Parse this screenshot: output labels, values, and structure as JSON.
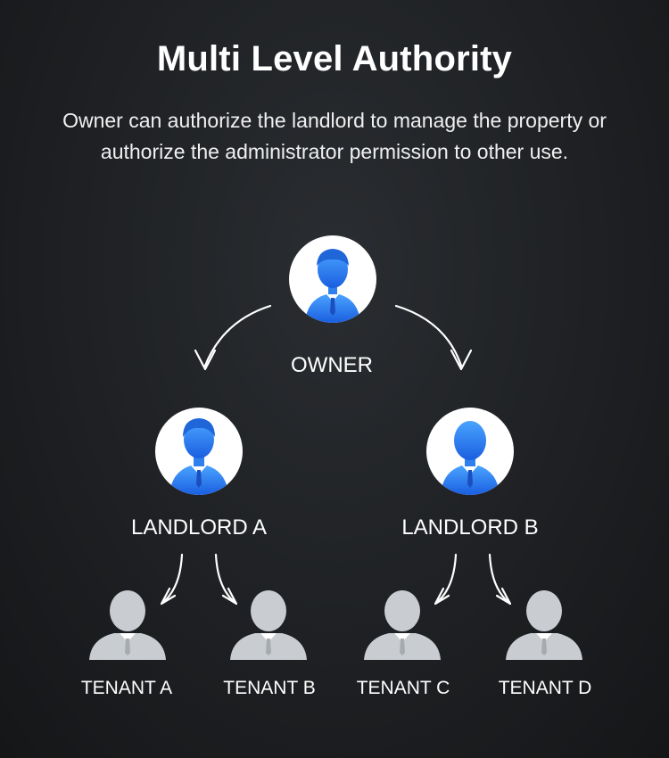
{
  "header": {
    "title": "Multi Level Authority",
    "subtitle_line1": "Owner can authorize the landlord to manage the property or",
    "subtitle_line2": "authorize the administrator permission to other use."
  },
  "hierarchy": {
    "owner": {
      "label": "OWNER",
      "icon": "businessman-avatar-icon"
    },
    "landlords": [
      {
        "label": "LANDLORD A",
        "icon": "businessman-avatar-icon"
      },
      {
        "label": "LANDLORD B",
        "icon": "businessman-avatar-icon"
      }
    ],
    "tenants": [
      {
        "label": "TENANT A",
        "icon": "person-silhouette-icon"
      },
      {
        "label": "TENANT B",
        "icon": "person-silhouette-icon"
      },
      {
        "label": "TENANT C",
        "icon": "person-silhouette-icon"
      },
      {
        "label": "TENANT D",
        "icon": "person-silhouette-icon"
      }
    ]
  },
  "colors": {
    "avatar_blue": "#2a7cf0",
    "tenant_gray": "#c9cdd1",
    "arrow": "#ffffff"
  }
}
